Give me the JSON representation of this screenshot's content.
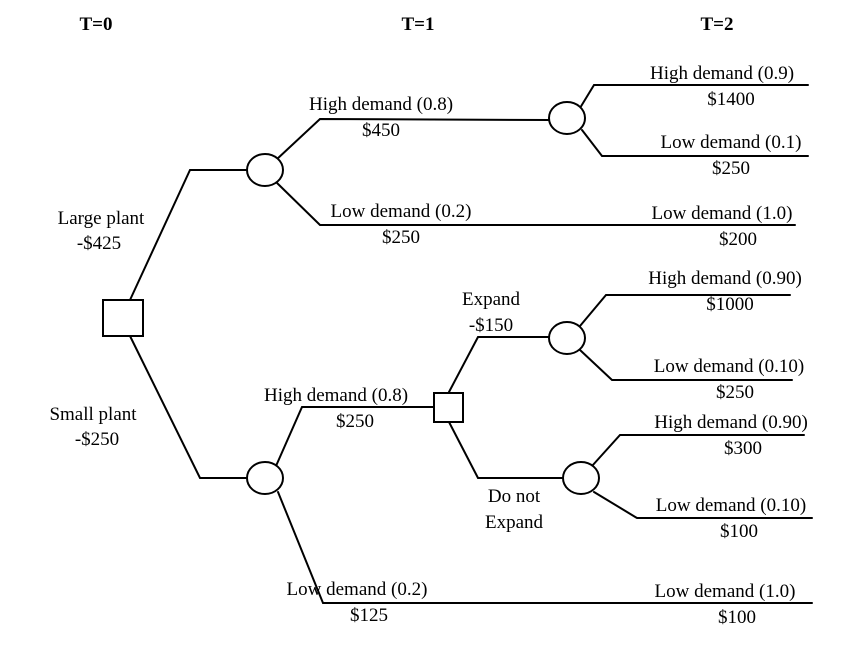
{
  "headers": {
    "t0": "T=0",
    "t1": "T=1",
    "t2": "T=2"
  },
  "large_plant": {
    "label": "Large plant",
    "cost": "-$425"
  },
  "small_plant": {
    "label": "Small plant",
    "cost": "-$250"
  },
  "large_high": {
    "label": "High demand (0.8)",
    "value": "$450"
  },
  "large_low": {
    "label": "Low demand (0.2)",
    "value": "$250"
  },
  "large_high_high": {
    "label": "High demand (0.9)",
    "value": "$1400"
  },
  "large_high_low": {
    "label": "Low demand (0.1)",
    "value": "$250"
  },
  "large_low_low": {
    "label": "Low demand (1.0)",
    "value": "$200"
  },
  "small_high": {
    "label": "High demand (0.8)",
    "value": "$250"
  },
  "small_low": {
    "label": "Low demand (0.2)",
    "value": "$125"
  },
  "expand": {
    "label": "Expand",
    "cost": "-$150"
  },
  "do_not_expand": {
    "line1": "Do not",
    "line2": "Expand"
  },
  "expand_high": {
    "label": "High demand (0.90)",
    "value": "$1000"
  },
  "expand_low": {
    "label": "Low demand (0.10)",
    "value": "$250"
  },
  "noexp_high": {
    "label": "High demand (0.90)",
    "value": "$300"
  },
  "noexp_low": {
    "label": "Low demand (0.10)",
    "value": "$100"
  },
  "small_low_low": {
    "label": "Low demand (1.0)",
    "value": "$100"
  }
}
